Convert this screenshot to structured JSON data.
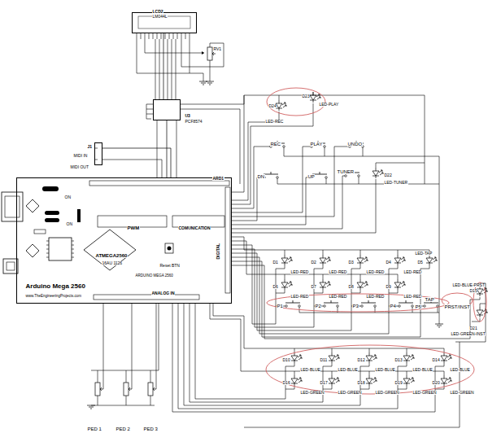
{
  "diagram": {
    "nodes": [
      {
        "text": [
          "LCD2",
          "LM044L"
        ]
      },
      {
        "text": [
          "U3",
          "PCF8574"
        ]
      },
      {
        "text": [
          "J1",
          "MIDI IN",
          "MIDI OUT"
        ]
      },
      {
        "text": [
          "ARD1",
          "ON",
          "ON",
          "PWM",
          "COMUNICATION",
          "ATMEGA2560",
          "16AU 1126",
          "Reset BTN",
          "ARDUINO MEGA 2560",
          "Arduino Mega 2560",
          "www.TheEngineeringProjects.com",
          "ANALOG IN",
          "DIGITAL"
        ]
      }
    ],
    "edges": [
      {
        "from": 0,
        "to": 1,
        "arrow": "none"
      },
      {
        "from": 1,
        "to": 3,
        "arrow": "none"
      },
      {
        "from": 2,
        "to": 3,
        "arrow": "none"
      }
    ],
    "labels": [
      "RV1",
      "D24",
      "LED-REC",
      "D23",
      "LED-PLAY",
      "REC",
      "PLAY",
      "UNDO",
      "DN",
      "UP",
      "TUNER",
      "D22",
      "LED-TUNER",
      "D1",
      "LED-RED",
      "D2",
      "LED-RED",
      "D3",
      "LED-RED",
      "D4",
      "LED-RED",
      "LED-TAP",
      "D5",
      "D6",
      "LED-RED",
      "D7",
      "LED-RED",
      "D8",
      "LED-RED",
      "D9",
      "LED-RED",
      "P1",
      "P2",
      "P3",
      "P4",
      "P5",
      "TAP",
      "PRST/INST",
      "LED-BLUE-PRST",
      "D15",
      "D21",
      "LED-GREEN-INST",
      "D10",
      "LED-BLUE",
      "D11",
      "LED-BLUE",
      "D12",
      "LED-BLUE",
      "D13",
      "LED-BLUE",
      "D14",
      "LED-BLUE",
      "D16",
      "LED-GREEN",
      "D17",
      "LED-GREEN",
      "D18",
      "LED-GREEN",
      "D19",
      "LED-GREEN",
      "D20",
      "LED-GREEN",
      "PED 1",
      "PED 2",
      "PED 3"
    ]
  }
}
